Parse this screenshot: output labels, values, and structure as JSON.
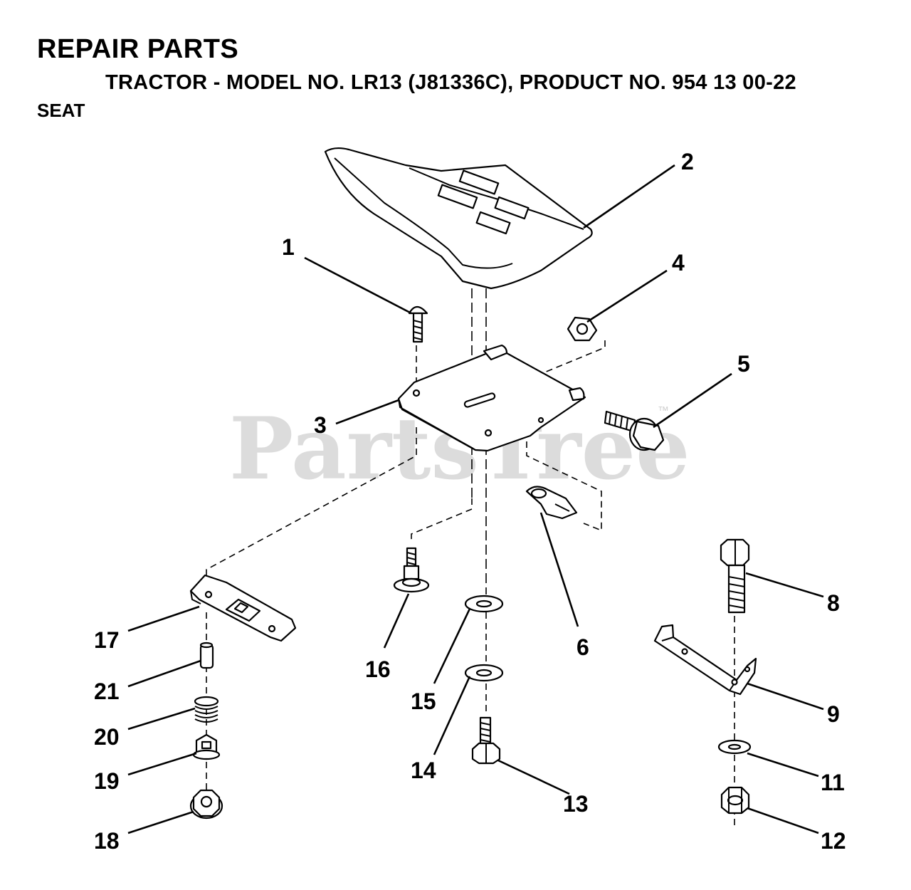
{
  "header": {
    "title": "REPAIR PARTS",
    "subtitle": "TRACTOR - MODEL NO. LR13 (J81336C), PRODUCT NO. 954 13 00-22",
    "section": "SEAT"
  },
  "watermark": {
    "text": "PartsTree",
    "tm": "™"
  },
  "callouts": [
    "1",
    "2",
    "3",
    "4",
    "5",
    "6",
    "8",
    "9",
    "11",
    "12",
    "13",
    "14",
    "15",
    "16",
    "17",
    "18",
    "19",
    "20",
    "21"
  ]
}
